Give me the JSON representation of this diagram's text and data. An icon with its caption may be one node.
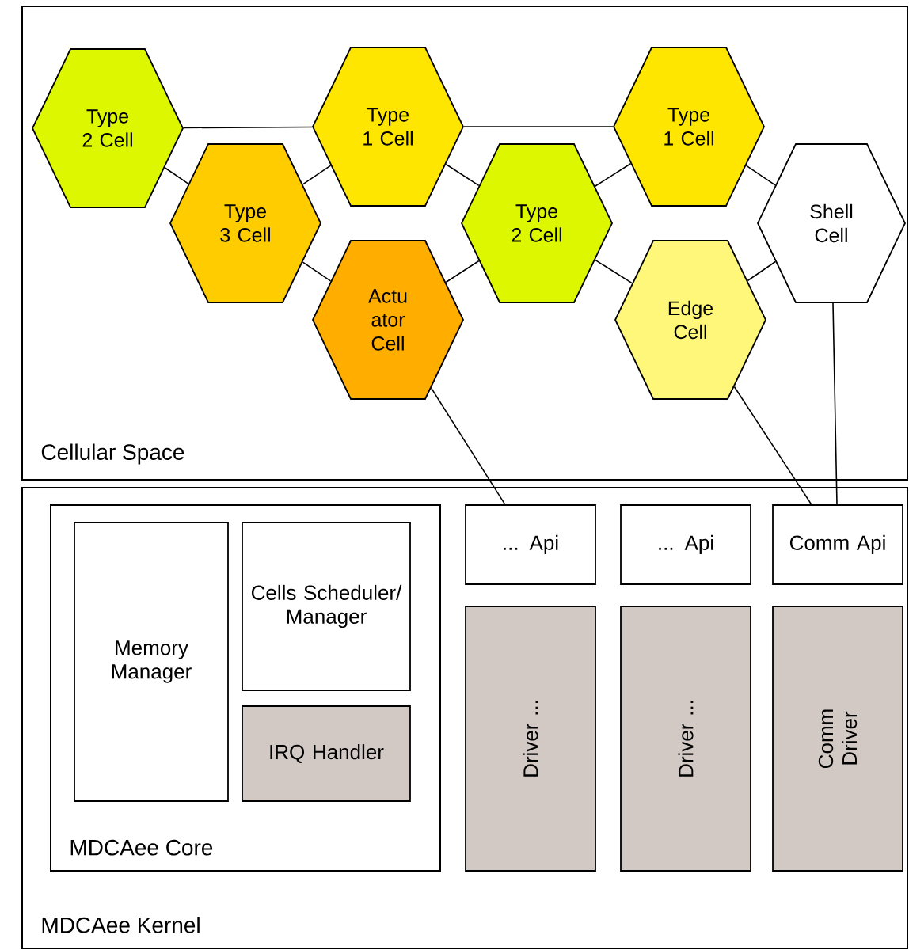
{
  "diagram": {
    "nodes": [
      {
        "text": [
          "Cellular Space"
        ]
      },
      {
        "text": [
          "Type 2 Cell"
        ],
        "in": 0
      },
      {
        "text": [
          "Type 3 Cell"
        ],
        "in": 0
      },
      {
        "text": [
          "Type 1 Cell"
        ],
        "in": 0
      },
      {
        "text": [
          "Actu ator Cell"
        ],
        "in": 0
      },
      {
        "text": [
          "Type 2 Cell"
        ],
        "in": 0
      },
      {
        "text": [
          "Type 1 Cell"
        ],
        "in": 0
      },
      {
        "text": [
          "Edge Cell"
        ],
        "in": 0
      },
      {
        "text": [
          "Shell Cell"
        ],
        "in": 0
      },
      {
        "text": [
          "MDCAee Kernel"
        ]
      },
      {
        "text": [
          "MDCAee Core"
        ],
        "in": 9
      },
      {
        "text": [
          "Memory Manager"
        ],
        "in": 10
      },
      {
        "text": [
          "Cells Scheduler/ Manager"
        ],
        "in": 10
      },
      {
        "text": [
          "IRQ Handler"
        ],
        "in": 10
      },
      {
        "text": [
          "... Api"
        ],
        "in": 9
      },
      {
        "text": [
          "... Api"
        ],
        "in": 9
      },
      {
        "text": [
          "Comm Api"
        ],
        "in": 9
      },
      {
        "text": [
          "Driver ..."
        ],
        "in": 9
      },
      {
        "text": [
          "Driver ..."
        ],
        "in": 9
      },
      {
        "text": [
          "Comm Driver"
        ],
        "in": 9
      }
    ],
    "edges": [
      {
        "from": 1,
        "to": 3,
        "arrow": "none"
      },
      {
        "from": 1,
        "to": 2,
        "arrow": "none"
      },
      {
        "from": 2,
        "to": 3,
        "arrow": "none"
      },
      {
        "from": 2,
        "to": 4,
        "arrow": "none"
      },
      {
        "from": 3,
        "to": 5,
        "arrow": "none"
      },
      {
        "from": 3,
        "to": 6,
        "arrow": "none"
      },
      {
        "from": 4,
        "to": 5,
        "arrow": "none"
      },
      {
        "from": 5,
        "to": 6,
        "arrow": "none"
      },
      {
        "from": 5,
        "to": 7,
        "arrow": "none"
      },
      {
        "from": 6,
        "to": 8,
        "arrow": "none"
      },
      {
        "from": 7,
        "to": 8,
        "arrow": "none"
      },
      {
        "from": 4,
        "to": 14,
        "arrow": "none"
      },
      {
        "from": 7,
        "to": 16,
        "arrow": "none"
      },
      {
        "from": 8,
        "to": 16,
        "arrow": "none"
      }
    ]
  }
}
